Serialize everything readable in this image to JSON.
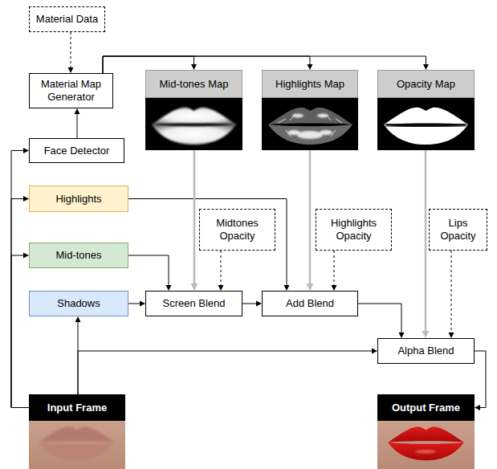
{
  "diagram": {
    "nodes": [
      {
        "text": [
          "Material Data"
        ]
      },
      {
        "text": [
          "Material Map Generator"
        ]
      },
      {
        "text": [
          "Mid-tones Map"
        ]
      },
      {
        "text": [
          "Highlights Map"
        ]
      },
      {
        "text": [
          "Opacity Map"
        ]
      },
      {
        "text": [
          "Face Detector"
        ]
      },
      {
        "text": [
          "Highlights"
        ]
      },
      {
        "text": [
          "Midtones Opacity"
        ]
      },
      {
        "text": [
          "Highlights Opacity"
        ]
      },
      {
        "text": [
          "Lips Opacity"
        ]
      },
      {
        "text": [
          "Mid-tones"
        ]
      },
      {
        "text": [
          "Shadows"
        ]
      },
      {
        "text": [
          "Screen Blend"
        ]
      },
      {
        "text": [
          "Add Blend"
        ]
      },
      {
        "text": [
          "Alpha Blend"
        ]
      },
      {
        "text": [
          "Input Frame"
        ]
      },
      {
        "text": [
          "Output Frame"
        ]
      }
    ],
    "edges": [
      {
        "from": 0,
        "to": 1,
        "arrow": "to"
      },
      {
        "from": 5,
        "to": 1,
        "arrow": "to"
      },
      {
        "from": 1,
        "to": 2,
        "arrow": "to"
      },
      {
        "from": 1,
        "to": 3,
        "arrow": "to"
      },
      {
        "from": 1,
        "to": 4,
        "arrow": "to"
      },
      {
        "from": 15,
        "to": 5,
        "arrow": "to"
      },
      {
        "from": 15,
        "to": 6,
        "arrow": "to"
      },
      {
        "from": 15,
        "to": 10,
        "arrow": "to"
      },
      {
        "from": 15,
        "to": 11,
        "arrow": "to"
      },
      {
        "from": 15,
        "to": 14,
        "arrow": "to"
      },
      {
        "from": 6,
        "to": 13,
        "arrow": "to"
      },
      {
        "from": 10,
        "to": 12,
        "arrow": "to"
      },
      {
        "from": 11,
        "to": 12,
        "arrow": "to"
      },
      {
        "from": 2,
        "to": 12,
        "arrow": "to"
      },
      {
        "from": 7,
        "to": 12,
        "arrow": "to"
      },
      {
        "from": 12,
        "to": 13,
        "arrow": "to"
      },
      {
        "from": 3,
        "to": 13,
        "arrow": "to"
      },
      {
        "from": 8,
        "to": 13,
        "arrow": "to"
      },
      {
        "from": 13,
        "to": 14,
        "arrow": "to"
      },
      {
        "from": 4,
        "to": 14,
        "arrow": "to"
      },
      {
        "from": 9,
        "to": 14,
        "arrow": "to"
      },
      {
        "from": 14,
        "to": 16,
        "arrow": "to"
      }
    ]
  }
}
